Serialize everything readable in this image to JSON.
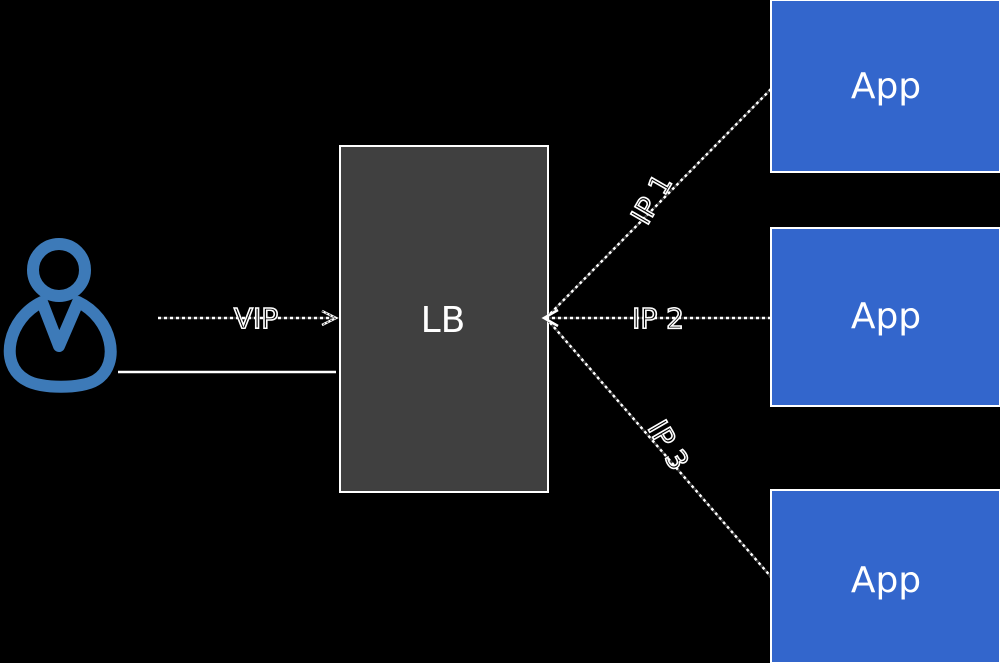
{
  "colors": {
    "background": "#000000",
    "lb_fill": "#404040",
    "lb_border": "#ffffff",
    "app_fill": "#3366cc",
    "app_border": "#ffffff",
    "user_icon": "#3d7ab8",
    "line": "#ffffff"
  },
  "user": {
    "icon": "user-icon"
  },
  "load_balancer": {
    "label": "LB"
  },
  "apps": [
    {
      "label": "App"
    },
    {
      "label": "App"
    },
    {
      "label": "App"
    }
  ],
  "edges": {
    "vip": "VIP",
    "ip1": "IP 1",
    "ip2": "IP 2",
    "ip3": "IP 3"
  }
}
